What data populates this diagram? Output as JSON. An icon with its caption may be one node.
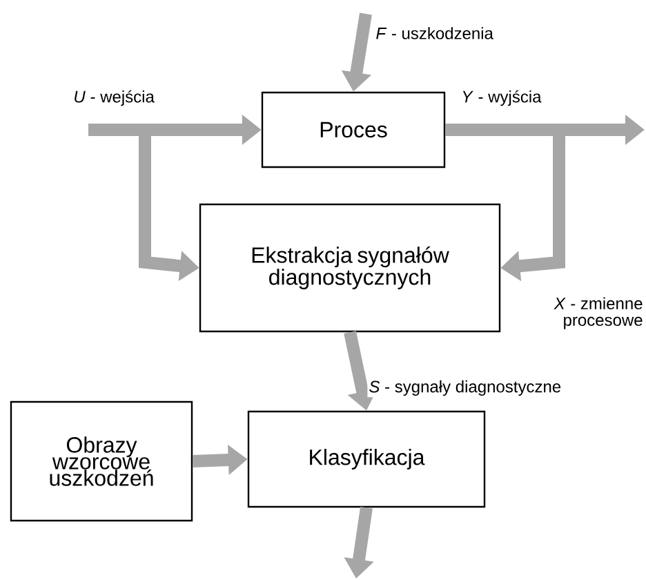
{
  "diagram": {
    "nodes": [
      {
        "text": [
          "Proces"
        ]
      },
      {
        "text": [
          "Ekstrakcja sygnałów diagnostycznych"
        ]
      },
      {
        "text": [
          "Obrazy wzorcowe uszkodzeń"
        ]
      },
      {
        "text": [
          "Klasyfikacja"
        ]
      }
    ],
    "edges": [
      {
        "from": null,
        "to": 0,
        "arrow": "to",
        "label": "*F* - uszkodzenia"
      },
      {
        "from": null,
        "to": 0,
        "arrow": "to",
        "label": "*U* - wejścia"
      },
      {
        "from": null,
        "to": 1,
        "arrow": "to"
      },
      {
        "from": 0,
        "to": null,
        "arrow": "to",
        "label": "*Y* - wyjścia"
      },
      {
        "from": 0,
        "to": 1,
        "arrow": "to",
        "label": "*X* - zmienne procesowe"
      },
      {
        "from": 1,
        "to": 3,
        "arrow": "to",
        "label": "*S* - sygnały diagnostyczne"
      },
      {
        "from": 2,
        "to": 3,
        "arrow": "to"
      },
      {
        "from": 3,
        "to": null,
        "arrow": "to"
      }
    ]
  }
}
